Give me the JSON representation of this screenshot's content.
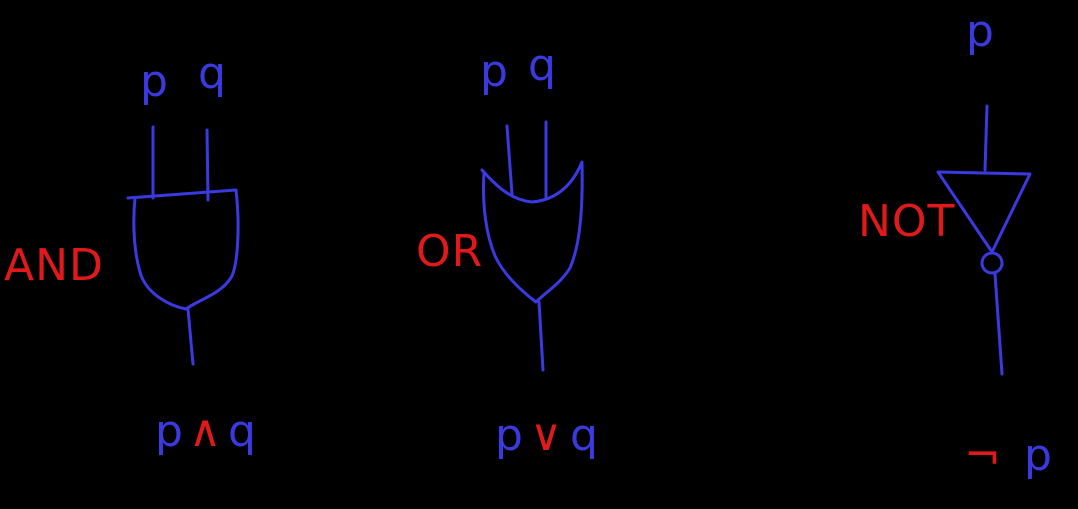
{
  "colors": {
    "background": "#000000",
    "ink_blue": "#3a3ae0",
    "ink_red": "#e01a1a"
  },
  "gates": {
    "and": {
      "name": "AND",
      "input_p": "p",
      "input_q": "q",
      "output_left": "p",
      "output_op": "∧",
      "output_right": "q"
    },
    "or": {
      "name": "OR",
      "input_p": "p",
      "input_q": "q",
      "output_left": "p",
      "output_op": "∨",
      "output_right": "q"
    },
    "not": {
      "name": "NOT",
      "input_p": "p",
      "output_op": "¬",
      "output_right": "p"
    }
  }
}
